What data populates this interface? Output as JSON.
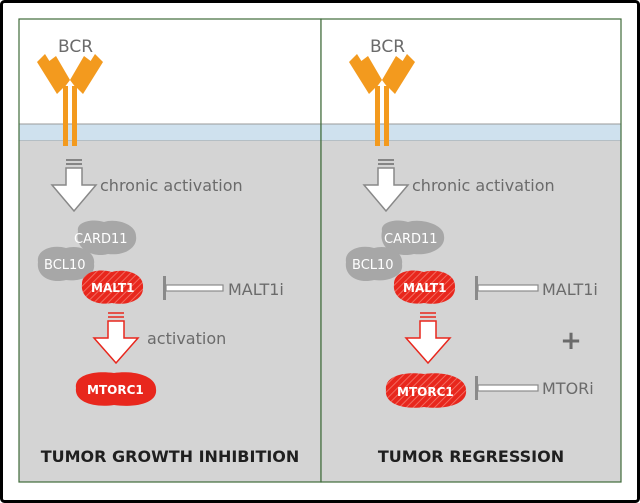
{
  "colors": {
    "frame": "#000000",
    "panel_border": "#3f6b3a",
    "extracellular": "#ffffff",
    "membrane": "#cfe1ee",
    "cytoplasm": "#d4d4d4",
    "receptor": "#f39a1e",
    "protein_gray": "#a7a7a7",
    "malt1_red": "#e8271d",
    "text_gray": "#6b6b6b",
    "caption": "#1f1f1f",
    "inhibitor": "#8a8a8a",
    "arrow_red": "#e8271d",
    "arrow_gray": "#7a7a7a"
  },
  "panels": [
    {
      "receptor_label": "BCR",
      "activation_label": "chronic activation",
      "card11_label": "CARD11",
      "bcl10_label": "BCL10",
      "malt1_label": "MALT1",
      "malt1_inhibitor_label": "MALT1i",
      "second_activation_label": "activation",
      "plus_label": "",
      "mtorc1_label": "MTORC1",
      "mtor_inhibitor_label": "",
      "mtorc1_inhibited": false,
      "caption": "TUMOR GROWTH INHIBITION"
    },
    {
      "receptor_label": "BCR",
      "activation_label": "chronic activation",
      "card11_label": "CARD11",
      "bcl10_label": "BCL10",
      "malt1_label": "MALT1",
      "malt1_inhibitor_label": "MALT1i",
      "second_activation_label": "",
      "plus_label": "+",
      "mtorc1_label": "MTORC1",
      "mtor_inhibitor_label": "MTORi",
      "mtorc1_inhibited": true,
      "caption": "TUMOR REGRESSION"
    }
  ]
}
